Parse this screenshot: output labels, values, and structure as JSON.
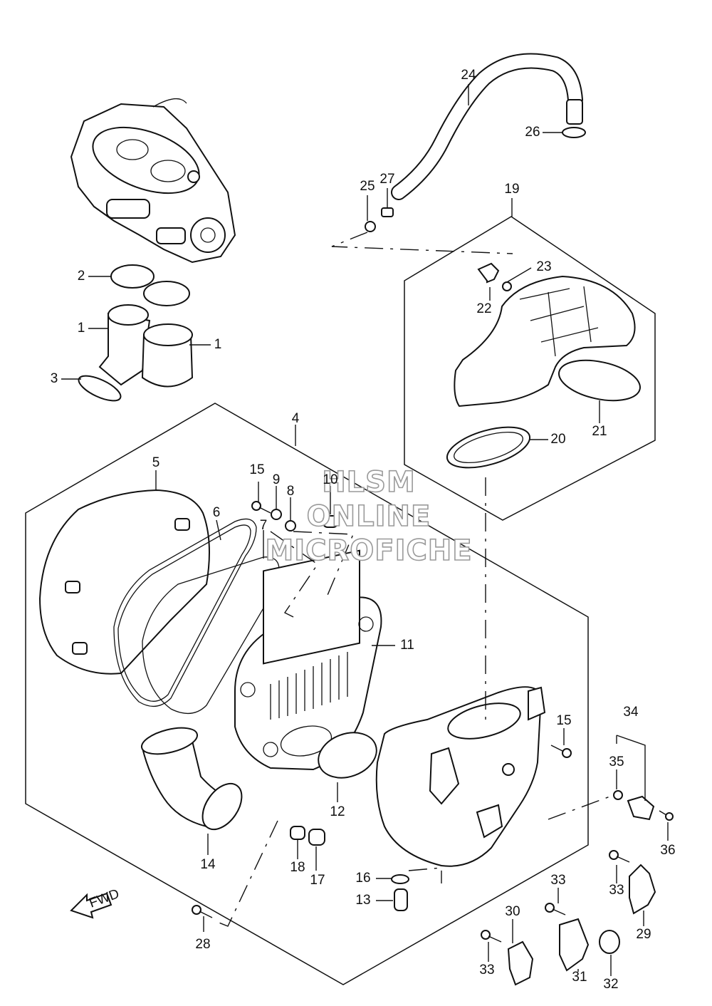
{
  "diagram": {
    "watermark": [
      "HLSM",
      "ONLINE",
      "MICROFICHE"
    ],
    "fwd_label": "FWD",
    "labels": {
      "l1a": "1",
      "l1b": "1",
      "l2": "2",
      "l3": "3",
      "l4": "4",
      "l5": "5",
      "l6": "6",
      "l7": "7",
      "l8": "8",
      "l9": "9",
      "l10": "10",
      "l11": "11",
      "l12": "12",
      "l13": "13",
      "l14": "14",
      "l15a": "15",
      "l15b": "15",
      "l16": "16",
      "l17": "17",
      "l18": "18",
      "l19": "19",
      "l20": "20",
      "l21": "21",
      "l22": "22",
      "l23": "23",
      "l24": "24",
      "l25": "25",
      "l26": "26",
      "l27": "27",
      "l28": "28",
      "l29": "29",
      "l30": "30",
      "l31": "31",
      "l32": "32",
      "l33a": "33",
      "l33b": "33",
      "l33c": "33",
      "l34": "34",
      "l35": "35",
      "l36": "36"
    }
  }
}
